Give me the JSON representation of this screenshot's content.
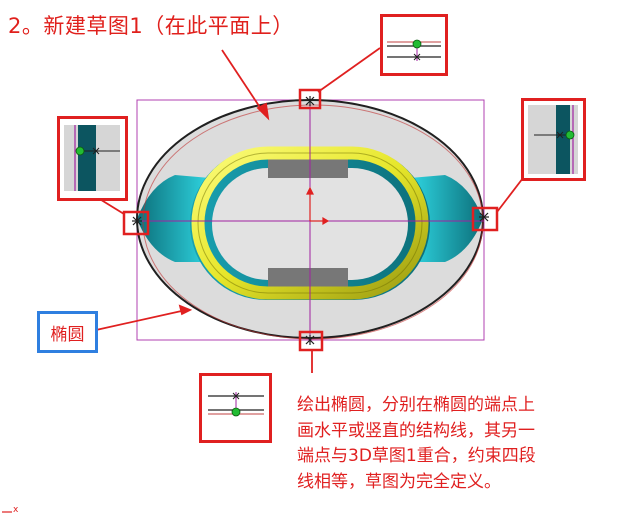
{
  "title": "2。新建草图1（在此平面上）",
  "ellipse_label": "椭圆",
  "note_lines": [
    "绘出椭圆，分别在椭圆的端点上",
    "画水平或竖直的结构线，其另一",
    "端点与3D草图1重合，约束四段",
    "线相等，草图为完全定义。"
  ],
  "corner_axis": "x",
  "colors": {
    "title": "#e0201c",
    "callout_border": "#e02020",
    "label_border": "#2f7fe0",
    "note_text": "#e02020",
    "sketch_line": "#a020a0",
    "ring": "#e6e62a",
    "teal": "#1aa8b4",
    "end_point": "#22bb33"
  },
  "icons": {
    "endpoint_marker": "asterisk-icon",
    "origin": "origin-axes-icon"
  }
}
